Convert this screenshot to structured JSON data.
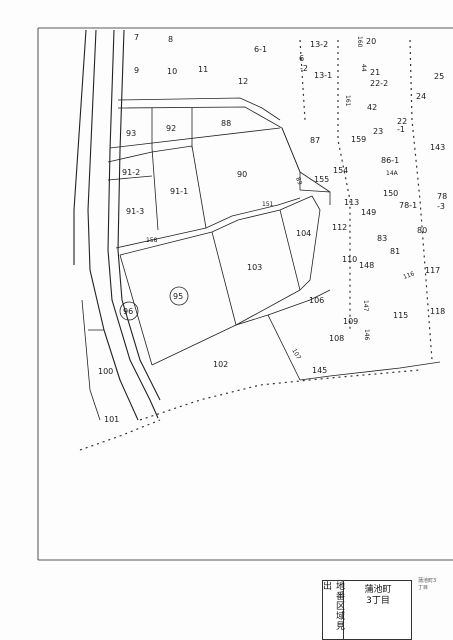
{
  "parcels": [
    "7",
    "8",
    "6-1",
    "13-2",
    "20",
    "9",
    "10",
    "11",
    "6",
    "-2",
    "13-1",
    "21",
    "22-2",
    "25",
    "12",
    "24",
    "42",
    "22",
    "-1",
    "23",
    "93",
    "92",
    "88",
    "87",
    "159",
    "143",
    "86-1",
    "91-2",
    "91-1",
    "90",
    "154",
    "155",
    "150",
    "78",
    "-3",
    "113",
    "149",
    "78-1",
    "91-3",
    "112",
    "104",
    "80",
    "83",
    "81",
    "110",
    "148",
    "103",
    "117",
    "95",
    "106",
    "96",
    "115",
    "118",
    "109",
    "108",
    "102",
    "145",
    "100",
    "101"
  ],
  "minor_labels": [
    "151",
    "158",
    "89",
    "107",
    "161",
    "14A",
    "116",
    "147",
    "146",
    "160",
    "44"
  ],
  "title_block": {
    "caption": "地番区域見出",
    "town": "蒲池町",
    "chome": "3丁目"
  },
  "stamp": {
    "line1": "蒲池町3",
    "line2": "丁目"
  }
}
